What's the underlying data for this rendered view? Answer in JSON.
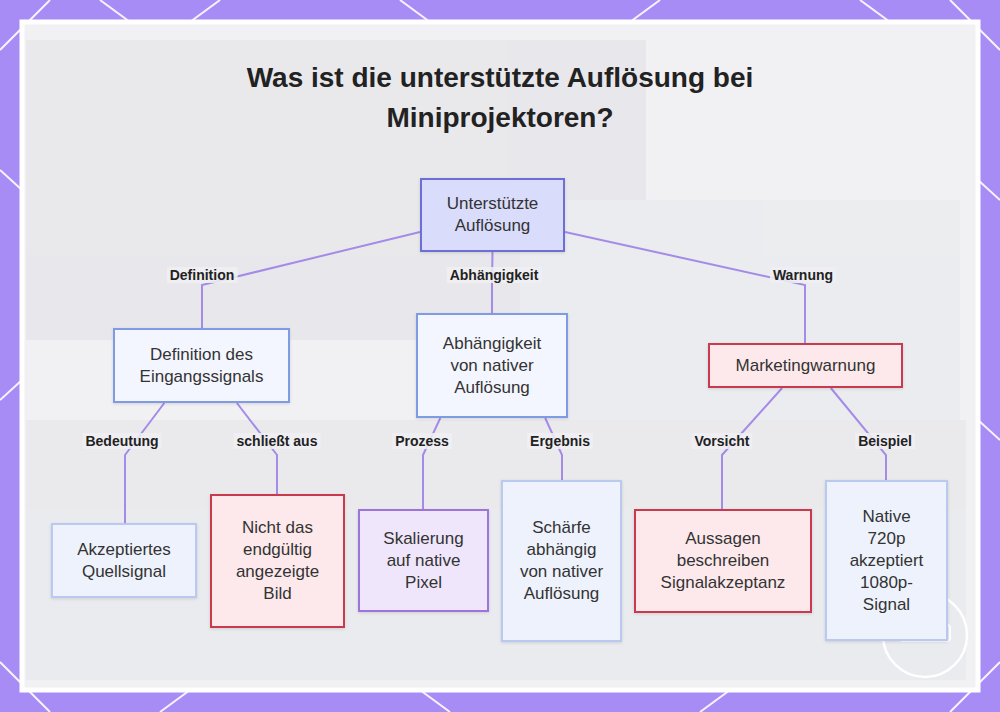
{
  "diagram": {
    "title": "Was ist die unterstützte Auflösung bei Miniprojektoren?",
    "nodes": [
      {
        "text": [
          "Unterstützte Auflösung"
        ]
      },
      {
        "text": [
          "Definition des Eingangssignals"
        ]
      },
      {
        "text": [
          "Abhängigkeit von nativer Auflösung"
        ]
      },
      {
        "text": [
          "Marketingwarnung"
        ]
      },
      {
        "text": [
          "Akzeptiertes Quellsignal"
        ]
      },
      {
        "text": [
          "Nicht das endgültig angezeigte Bild"
        ]
      },
      {
        "text": [
          "Skalierung auf native Pixel"
        ]
      },
      {
        "text": [
          "Schärfe abhängig von nativer Auflösung"
        ]
      },
      {
        "text": [
          "Aussagen beschreiben Signalakzeptanz"
        ]
      },
      {
        "text": [
          "Native 720p akzeptiert 1080p-Signal"
        ]
      }
    ],
    "edges": [
      {
        "from": 0,
        "to": 1,
        "label": "Definition",
        "arrow": "none"
      },
      {
        "from": 0,
        "to": 2,
        "label": "Abhängigkeit",
        "arrow": "none"
      },
      {
        "from": 0,
        "to": 3,
        "label": "Warnung",
        "arrow": "none"
      },
      {
        "from": 1,
        "to": 4,
        "label": "Bedeutung",
        "arrow": "none"
      },
      {
        "from": 1,
        "to": 5,
        "label": "schließt aus",
        "arrow": "none"
      },
      {
        "from": 2,
        "to": 6,
        "label": "Prozess",
        "arrow": "none"
      },
      {
        "from": 2,
        "to": 7,
        "label": "Ergebnis",
        "arrow": "none"
      },
      {
        "from": 3,
        "to": 8,
        "label": "Vorsicht",
        "arrow": "none"
      },
      {
        "from": 3,
        "to": 9,
        "label": "Beispiel",
        "arrow": "none"
      }
    ]
  }
}
